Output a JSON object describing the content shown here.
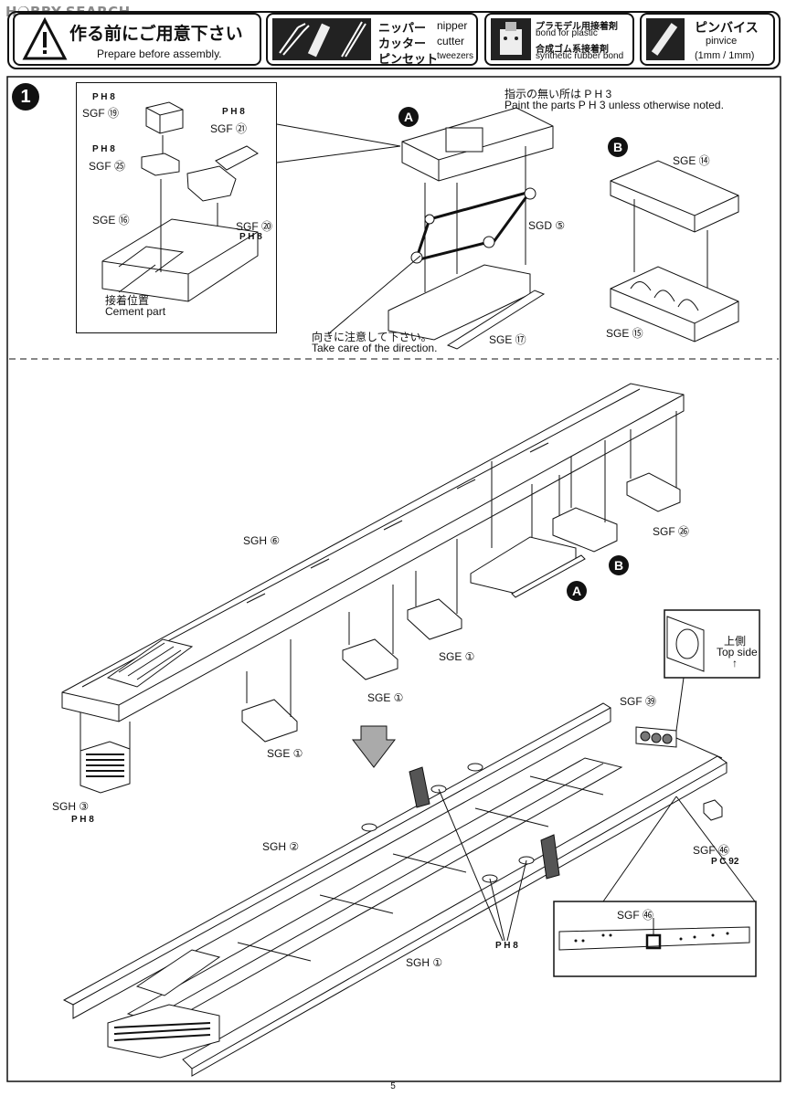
{
  "watermark": "H❍BBY-SEARCH",
  "header": {
    "title_jp": "作る前にご用意下さい",
    "title_en": "Prepare before assembly.",
    "tools": {
      "nipper_jp": "ニッパー",
      "nipper_en": "nipper",
      "cutter_jp": "カッター",
      "cutter_en": "cutter",
      "tweezers_jp": "ピンセット",
      "tweezers_en": "tweezers"
    },
    "bond": {
      "plastic_jp": "プラモデル用接着剤",
      "plastic_en": "bond for plastic",
      "rubber_jp": "合成ゴム系接着剤",
      "rubber_en": "synthetic rubber bond"
    },
    "pinvice": {
      "jp": "ピンバイス",
      "en": "pinvice",
      "size": "(1mm / 1mm)"
    }
  },
  "step": {
    "number": "1",
    "note_jp": "指示の無い所は P H 3",
    "note_en": "Paint the parts P H 3 unless otherwise noted.",
    "direction_jp": "向きに注意して下さい。",
    "direction_en": "Take care of the direction.",
    "cement_jp": "接着位置",
    "cement_en": "Cement part",
    "top_side_jp": "上側",
    "top_side_en": "Top side"
  },
  "subassembly_labels": {
    "a": "A",
    "b": "B"
  },
  "parts": {
    "sgf19": "SGF ⑲",
    "sgf21": "SGF ㉑",
    "sgf25": "SGF ㉕",
    "sgf20": "SGF ⑳",
    "sge16": "SGE ⑯",
    "sgd5": "SGD ⑤",
    "sge17": "SGE ⑰",
    "sge14": "SGE ⑭",
    "sge15": "SGE ⑮",
    "sgh6": "SGH ⑥",
    "sgf26": "SGF ㉖",
    "sge1a": "SGE ①",
    "sge1b": "SGE ①",
    "sge1c": "SGE ①",
    "sgh3": "SGH ③",
    "sgf39": "SGF ㊴",
    "sgh2": "SGH ②",
    "sgf46": "SGF ㊻",
    "sgf46b": "SGF ㊻",
    "sgh1": "SGH ①"
  },
  "paint": {
    "ph8": "P H 8",
    "ph3": "P H 3",
    "pc92": "P C 92"
  },
  "page_number": "5"
}
